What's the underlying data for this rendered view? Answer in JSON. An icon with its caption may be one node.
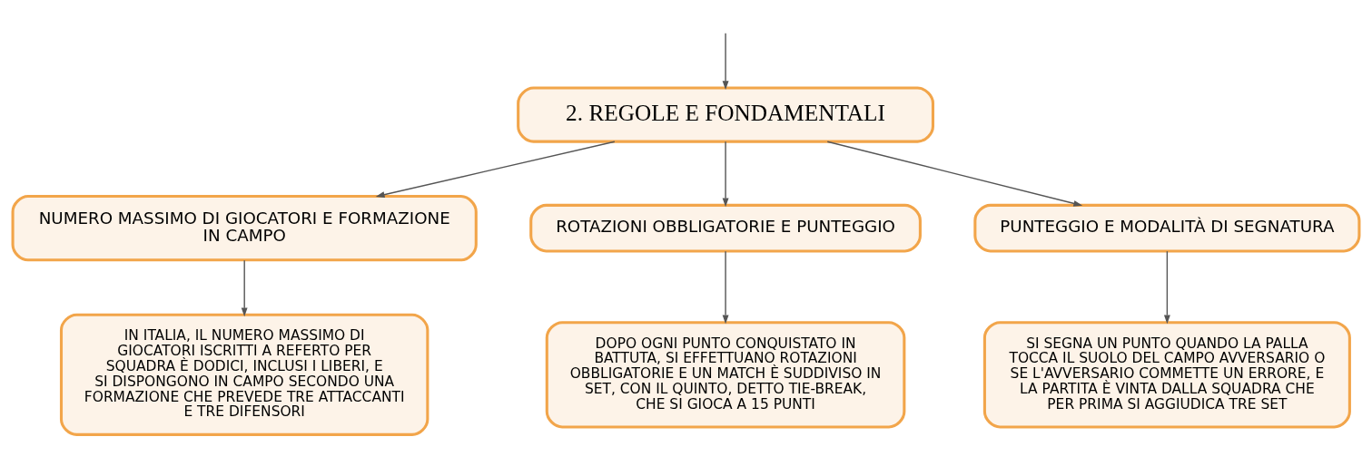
{
  "diagram": {
    "nodes": [
      {
        "text": [
          "2. REGOLE E FONDAMENTALI"
        ]
      },
      {
        "text": [
          "NUMERO MASSIMO DI GIOCATORI E FORMAZIONE IN CAMPO"
        ]
      },
      {
        "text": [
          "ROTAZIONI OBBLIGATORIE E PUNTEGGIO"
        ]
      },
      {
        "text": [
          "PUNTEGGIO E MODALITÀ DI SEGNATURA"
        ]
      },
      {
        "text": [
          "IN ITALIA, IL NUMERO MASSIMO DI GIOCATORI ISCRITTI A REFERTO PER SQUADRA È DODICI, INCLUSI I LIBERI, E SI DISPONGONO IN CAMPO SECONDO UNA FORMAZIONE CHE PREVEDE TRE ATTACCANTI E TRE DIFENSORI"
        ]
      },
      {
        "text": [
          "DOPO OGNI PUNTO CONQUISTATO IN BATTUTA, SI EFFETTUANO ROTAZIONI OBBLIGATORIE E UN MATCH È SUDDIVISO IN SET, CON IL QUINTO, DETTO TIE-BREAK, CHE SI GIOCA A 15 PUNTI"
        ]
      },
      {
        "text": [
          "SI SEGNA UN PUNTO QUANDO LA PALLA TOCCA IL SUOLO DEL CAMPO AVVERSARIO O SE L'AVVERSARIO COMMETTE UN ERRORE, E LA PARTITA È VINTA DALLA SQUADRA CHE PER PRIMA SI AGGIUDICA TRE SET"
        ]
      }
    ],
    "edges": [
      {
        "from": null,
        "to": 0,
        "arrow": "to"
      },
      {
        "from": 0,
        "to": 1,
        "arrow": "to"
      },
      {
        "from": 0,
        "to": 2,
        "arrow": "to"
      },
      {
        "from": 0,
        "to": 3,
        "arrow": "to"
      },
      {
        "from": 1,
        "to": 4,
        "arrow": "to"
      },
      {
        "from": 2,
        "to": 5,
        "arrow": "to"
      },
      {
        "from": 3,
        "to": 6,
        "arrow": "to"
      }
    ]
  }
}
